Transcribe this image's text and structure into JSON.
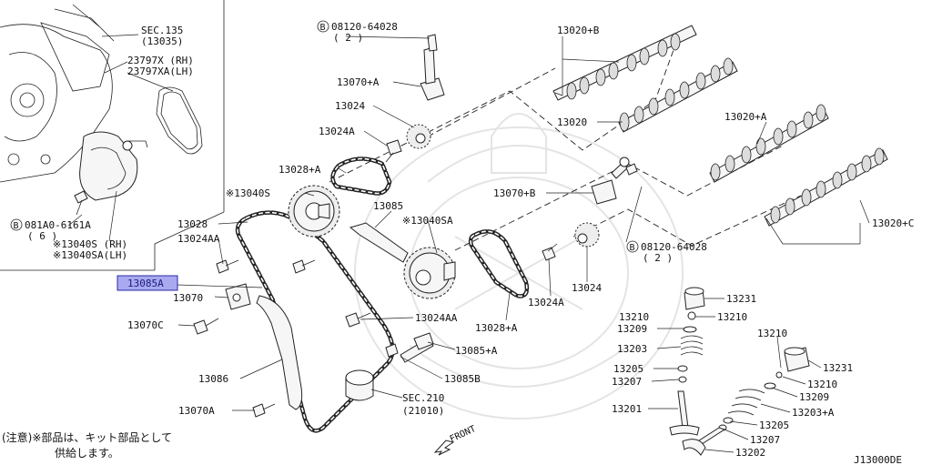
{
  "labels": {
    "sec135": "SEC.135",
    "sec135_ref": "(13035)",
    "p23797x": "23797X (RH)",
    "p23797xa": "23797XA(LH)",
    "bolt_081a0": "081A0-6161A",
    "bolt_081a0_qty": "( 6 )",
    "p13040s_rh": "※13040S (RH)",
    "p13040sa_lh": "※13040SA(LH)",
    "bolt_08120_top": "08120-64028",
    "bolt_08120_top_qty": "( 2 )",
    "p13070a": "13070+A",
    "p13024_top": "13024",
    "p13024a_top": "13024A",
    "p13028a_top": "13028+A",
    "p13040s": "※13040S",
    "p13085": "13085",
    "p13028": "13028",
    "p13024aa_left": "13024AA",
    "p13085a": "13085A",
    "p13070": "13070",
    "p13070c": "13070C",
    "p13086": "13086",
    "p13070a_bottom": "13070A",
    "p13040sa": "※13040SA",
    "p13070b": "13070+B",
    "bolt_08120_right": "08120-64028",
    "bolt_08120_right_qty": "( 2 )",
    "p13024_right": "13024",
    "p13024a_right": "13024A",
    "p13028a_bottom": "13028+A",
    "p13024aa_mid": "13024AA",
    "p13085a_plus": "13085+A",
    "p13085b": "13085B",
    "sec210": "SEC.210",
    "sec210_ref": "(21010)",
    "p13020b": "13020+B",
    "p13020": "13020",
    "p13020a": "13020+A",
    "p13020c": "13020+C",
    "p13231_l": "13231",
    "p13210_l1": "13210",
    "p13210_l2": "13210",
    "p13209_l": "13209",
    "p13203_l": "13203",
    "p13205_l": "13205",
    "p13207_l": "13207",
    "p13201": "13201",
    "p13210_r1": "13210",
    "p13231_r": "13231",
    "p13210_r2": "13210",
    "p13209_r": "13209",
    "p13203a": "13203+A",
    "p13205_r": "13205",
    "p13207_r": "13207",
    "p13202": "13202",
    "bolt_marker": "B",
    "front": "FRONT",
    "note_line1": "(注意)※部品は、キット部品として",
    "note_line2": "供給します。",
    "diagram_code": "J13000DE"
  },
  "highlight": {
    "part": "13085A",
    "fill_color": "#a9a9ef",
    "border_color": "#2a2aa8"
  }
}
